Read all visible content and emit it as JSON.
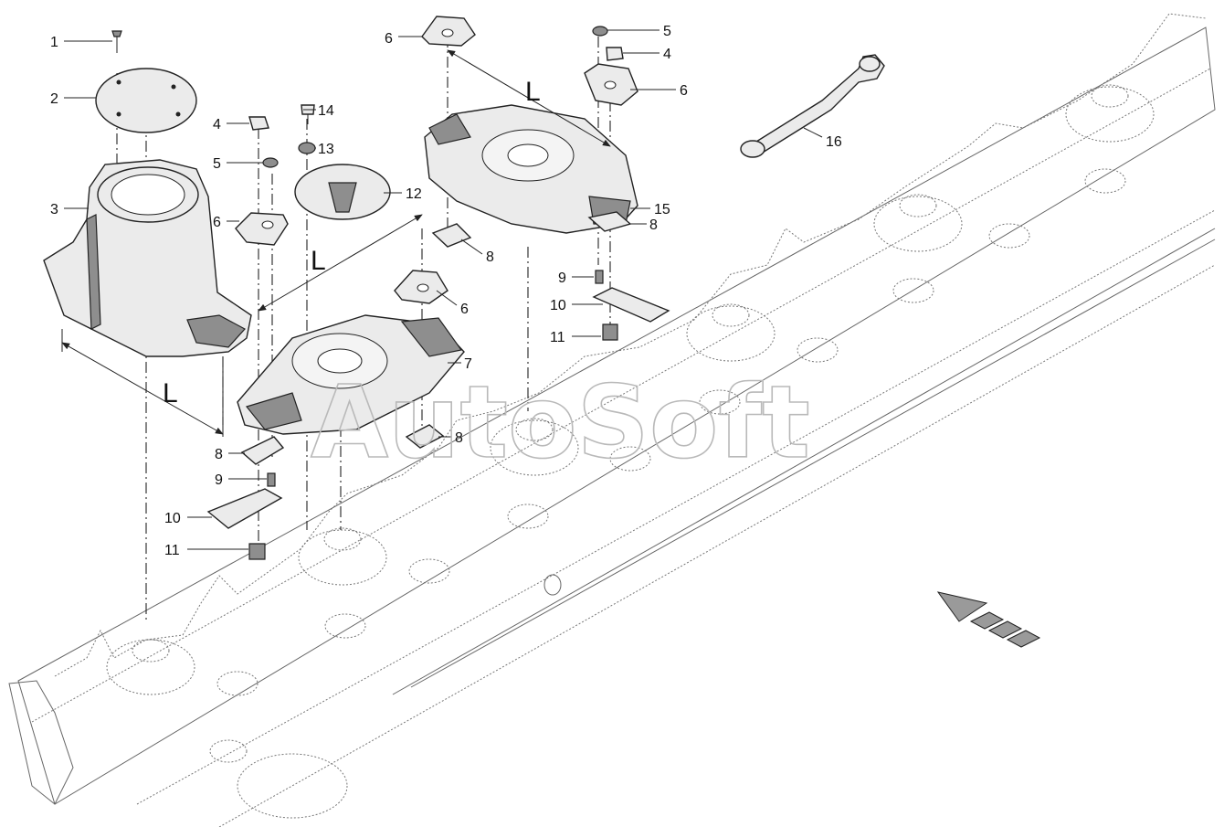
{
  "watermark": "AutoSoft",
  "dimension_label": "L",
  "callouts": {
    "c1": "1",
    "c2": "2",
    "c3": "3",
    "c4a": "4",
    "c5a": "5",
    "c6a": "6",
    "c14": "14",
    "c13": "13",
    "c12": "12",
    "c6b": "6",
    "c5b": "5",
    "c4b": "4",
    "c6c": "6",
    "c16": "16",
    "c15": "15",
    "c8a": "8",
    "c8b": "8",
    "c9a": "9",
    "c10a": "10",
    "c11a": "11",
    "c6d": "6",
    "c7": "7",
    "c8c": "8",
    "c8d": "8",
    "c9b": "9",
    "c10b": "10",
    "c11b": "11"
  },
  "colors": {
    "line": "#222222",
    "fill": "#ebebeb",
    "accent": "#8e8e8e"
  }
}
